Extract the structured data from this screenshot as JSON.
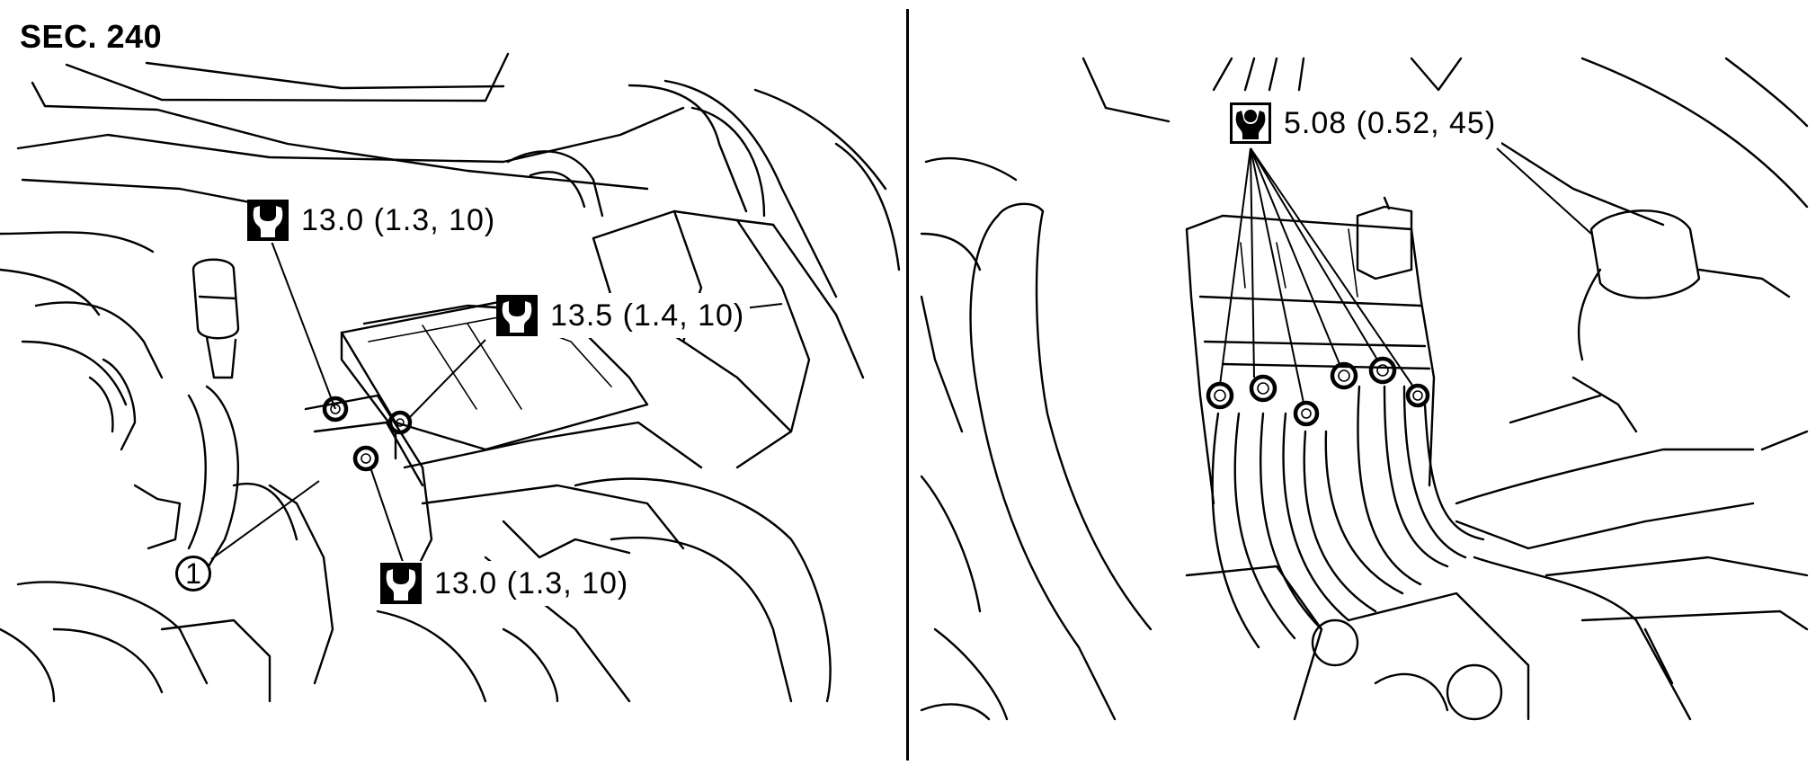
{
  "figure": {
    "section_label": "SEC. 240",
    "left_panel": {
      "torque_specs": [
        {
          "id": "upper",
          "icon": "wrench-icon",
          "text": "13.0 (1.3, 10)",
          "value_nm": 13.0,
          "value_kgm": 1.3,
          "value_ftlb": 10
        },
        {
          "id": "middle",
          "icon": "wrench-icon",
          "text": "13.5 (1.4, 10)",
          "value_nm": 13.5,
          "value_kgm": 1.4,
          "value_ftlb": 10
        },
        {
          "id": "lower",
          "icon": "wrench-icon",
          "text": "13.0 (1.3, 10)",
          "value_nm": 13.0,
          "value_kgm": 1.3,
          "value_ftlb": 10
        }
      ],
      "callouts": [
        {
          "number": "1"
        }
      ]
    },
    "right_panel": {
      "torque_specs": [
        {
          "id": "terminal-nuts",
          "icon": "nut-tightening-icon",
          "text": "5.08 (0.52, 45)",
          "value_nm": 5.08,
          "value_kgm": 0.52,
          "value_inlb": 45,
          "applies_to_count": 6
        }
      ]
    }
  }
}
